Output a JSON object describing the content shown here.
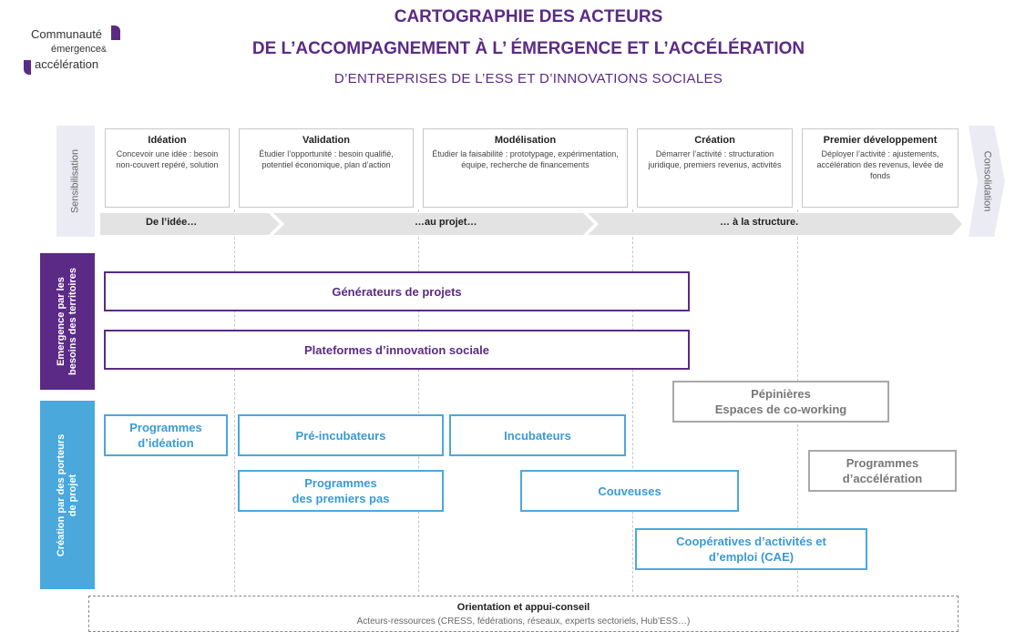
{
  "logo": {
    "line1": "Communauté",
    "line2": "émergence",
    "amp": "&",
    "line3": "accélération"
  },
  "header": {
    "title_line1": "CARTOGRAPHIE DES ACTEURS",
    "title_line2": "DE L’ACCOMPAGNEMENT À L’ ÉMERGENCE ET L’ACCÉLÉRATION",
    "title_line3": "D’ENTREPRISES DE L’ESS ET D’INNOVATIONS SOCIALES"
  },
  "side_labels": {
    "left_top": "Sensibilisation",
    "right_top": "Consolidation",
    "purple_band": [
      "Emergence par les",
      "besoins des territoires"
    ],
    "blue_band": [
      "Création par des porteurs",
      "de projet"
    ]
  },
  "stages": [
    {
      "title": "Idéation",
      "desc": "Concevoir une idée : besoin non-couvert repéré, solution"
    },
    {
      "title": "Validation",
      "desc": "Étudier l’opportunité : besoin qualifié, potentiel économique, plan d’action"
    },
    {
      "title": "Modélisation",
      "desc": "Étudier la faisabilité : prototypage, expérimentation, équipe, recherche de financements"
    },
    {
      "title": "Création",
      "desc": "Démarrer l’activité : structuration juridique, premiers revenus, activités"
    },
    {
      "title": "Premier développement",
      "desc": "Déployer l’activité : ajustements, accélération des revenus, levée de fonds"
    }
  ],
  "arrow_labels": [
    "De l’idée…",
    "…au projet…",
    "… à la structure."
  ],
  "actors": {
    "generateurs": "Générateurs de projets",
    "plateformes": "Plateformes d’innovation sociale",
    "pepinieres": [
      "Pépinières",
      "Espaces de co-working"
    ],
    "programmes_ideation": [
      "Programmes",
      "d’idéation"
    ],
    "pre_incubateurs": "Pré-incubateurs",
    "incubateurs": "Incubateurs",
    "programmes_acceleration": [
      "Programmes",
      "d’accélération"
    ],
    "premiers_pas": [
      "Programmes",
      "des premiers pas"
    ],
    "couveuses": "Couveuses",
    "cae": [
      "Coopératives d’activités et",
      "d’emploi  (CAE)"
    ]
  },
  "footer": {
    "title": "Orientation et appui-conseil",
    "desc": "Acteurs-ressources (CRESS, fédérations, réseaux, experts sectoriels, Hub’ESS…)"
  },
  "colors": {
    "purple": "#5b2a86",
    "blue": "#4aa8dd",
    "grey": "#a8a8a8",
    "light_band": "#ebebf3"
  }
}
